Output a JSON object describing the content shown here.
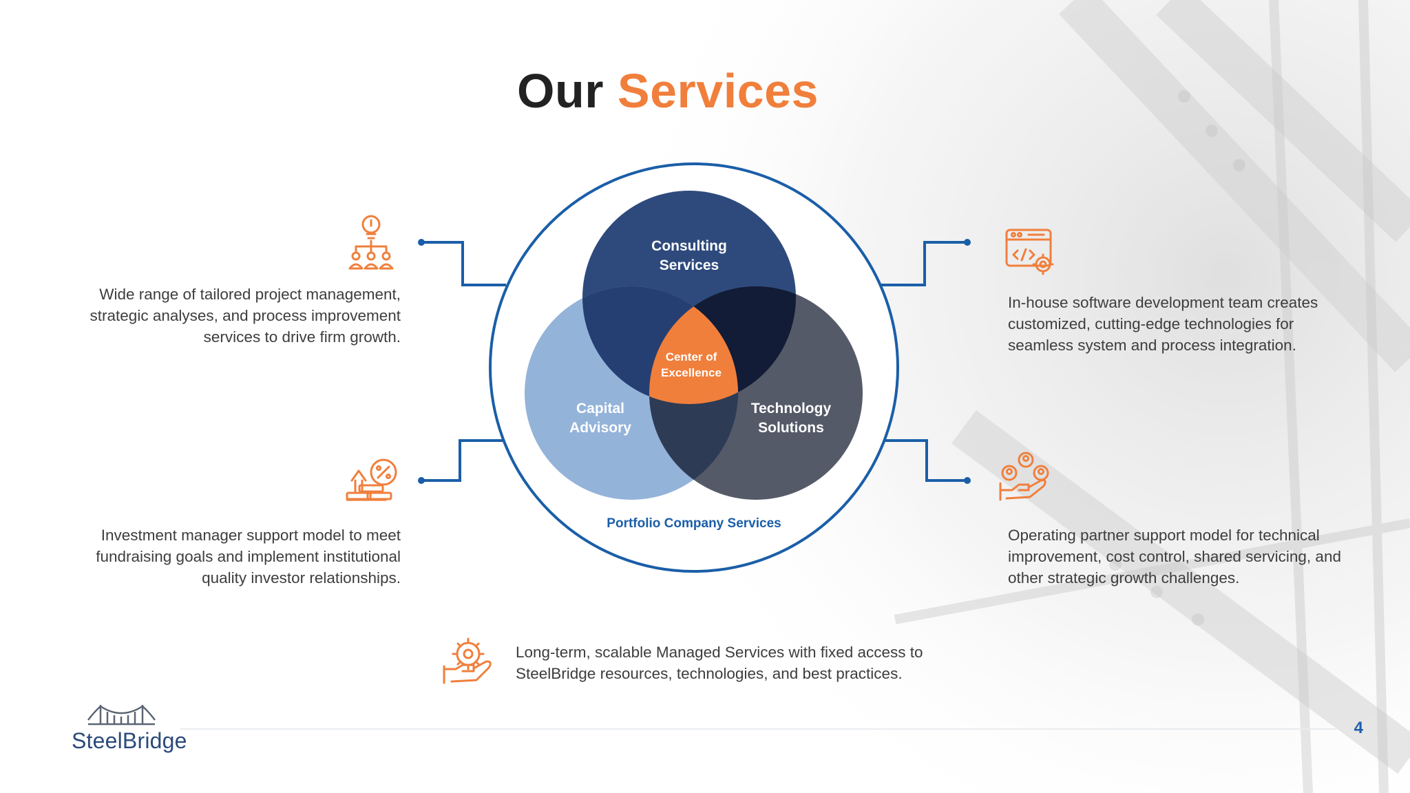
{
  "title": {
    "prefix": "Our",
    "highlight": "Services"
  },
  "colors": {
    "accent": "#f07f3c",
    "dark_text": "#222222",
    "consulting": "#2e4a7d",
    "capital": "#94b3d9",
    "technology": "#555a68",
    "outer_ring": "#1a5ea8",
    "connector": "#1a5ea8"
  },
  "venn": {
    "consulting": "Consulting\nServices",
    "capital": "Capital\nAdvisory",
    "technology": "Technology\nSolutions",
    "center": "Center of\nExcellence",
    "ring_label": "Portfolio Company Services"
  },
  "services": [
    {
      "icon": "idea-team-icon",
      "text": "Wide range of tailored project management, strategic analyses, and process improvement services to drive firm growth."
    },
    {
      "icon": "software-code-gear-icon",
      "text": "In-house software development team creates customized, cutting-edge technologies  for seamless system and process integration."
    },
    {
      "icon": "percent-growth-coins-icon",
      "text": "Investment manager support model to meet fundraising goals and implement institutional quality investor relationships."
    },
    {
      "icon": "people-hand-support-icon",
      "text": "Operating partner support model for technical improvement, cost control, shared servicing, and other strategic growth challenges."
    },
    {
      "icon": "gear-hand-icon",
      "text": "Long-term, scalable Managed Services with fixed access to SteelBridge resources, technologies, and best practices."
    }
  ],
  "footer": {
    "logo_text": "SteelBridge",
    "page_number": "4"
  }
}
